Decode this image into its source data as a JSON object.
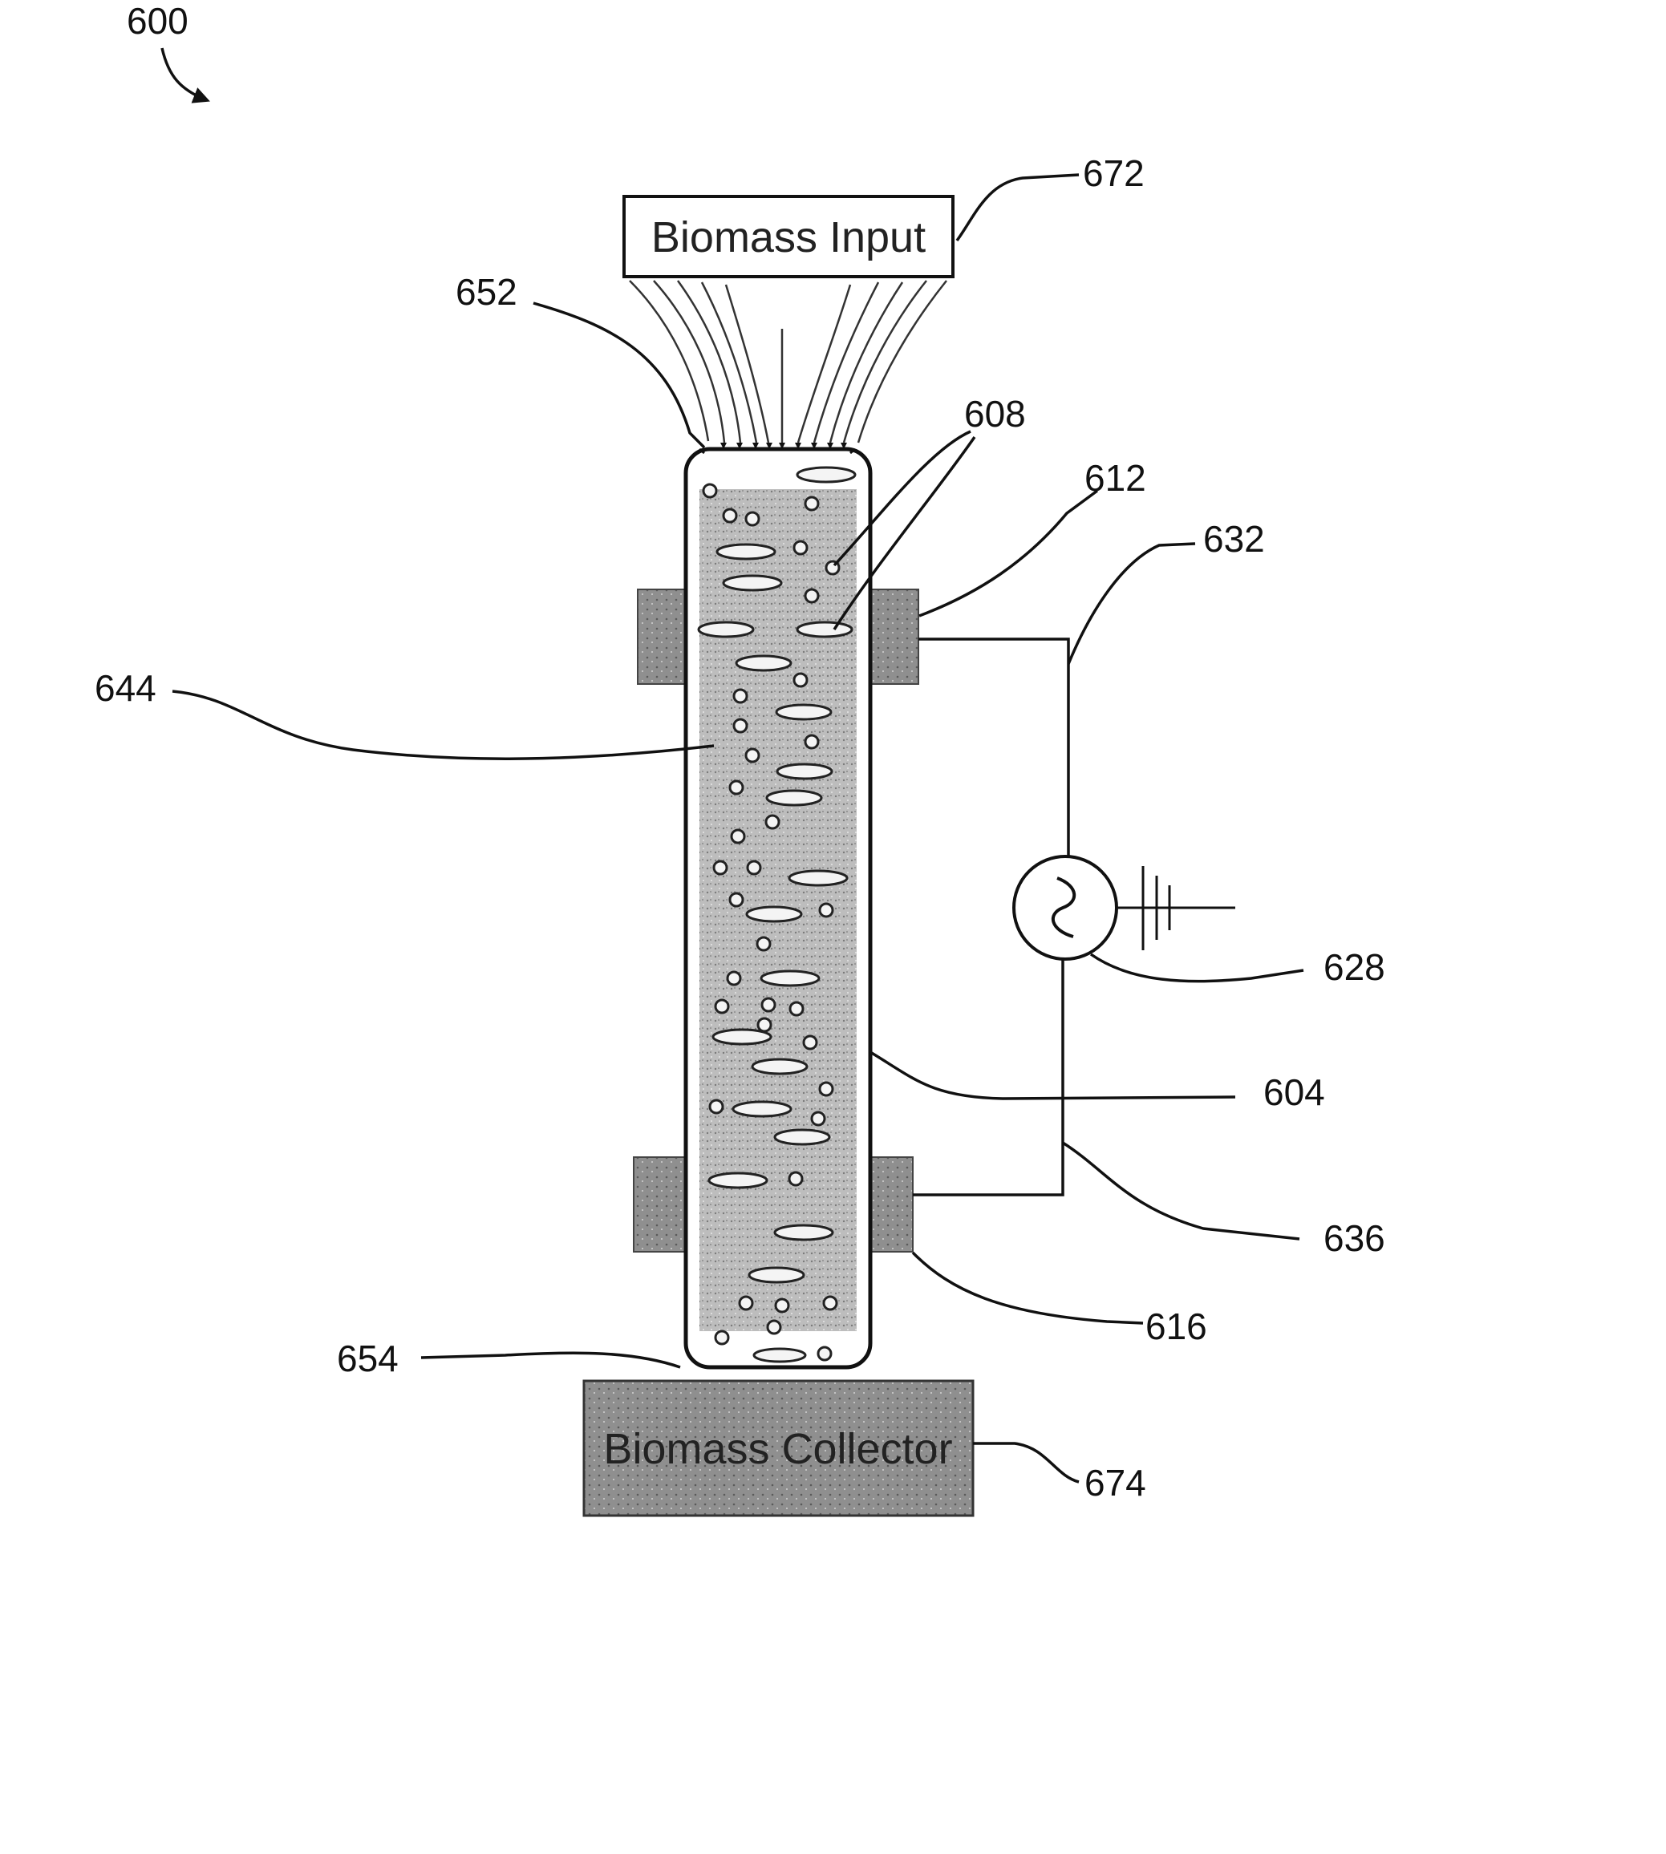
{
  "figure_number": "600",
  "boxes": {
    "input_label": "Biomass Input",
    "collector_label": "Biomass Collector"
  },
  "reference_numerals": {
    "input_box": "672",
    "inlet": "652",
    "particles": "608",
    "upper_electrode": "612",
    "upper_wire": "632",
    "medium": "644",
    "power_source": "628",
    "vessel_wall": "604",
    "lower_wire": "636",
    "lower_electrode": "616",
    "outlet": "654",
    "collector_box": "674"
  },
  "colors": {
    "ink": "#111111",
    "medium_fill": "#b9b9b9",
    "electrode_fill": "#8d8d8d",
    "collector_fill": "#8f8f8f"
  }
}
